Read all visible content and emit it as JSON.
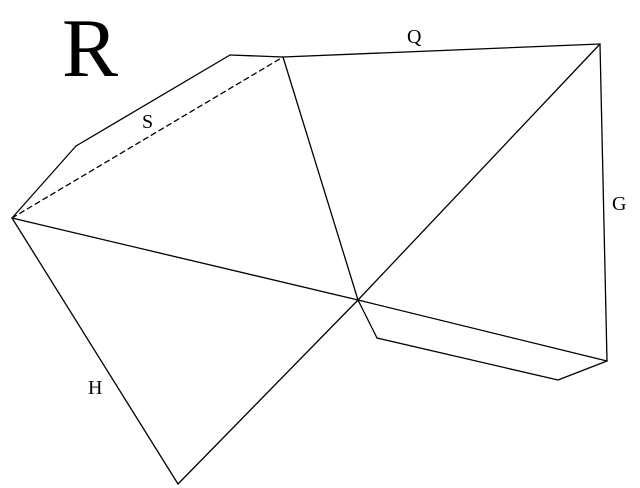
{
  "figure": {
    "title_letter": "R",
    "labels": {
      "q": "Q",
      "s": "S",
      "g": "G",
      "h": "H"
    },
    "stroke_color": "#000000",
    "background_color": "#ffffff"
  }
}
